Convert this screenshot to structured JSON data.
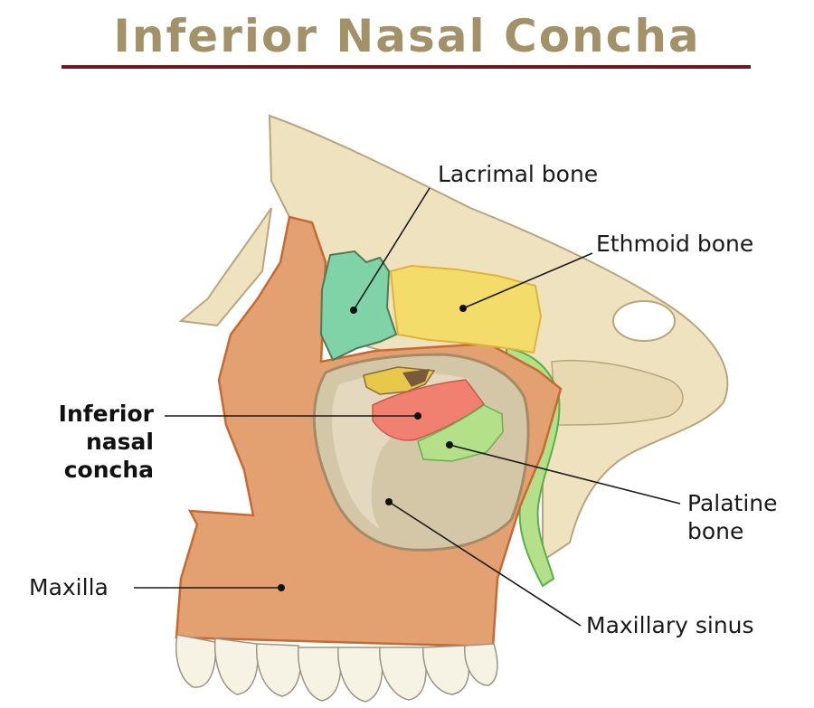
{
  "title": "Inferior Nasal Concha",
  "colors": {
    "title": "#a3916a",
    "title_rule": "#6e1a24",
    "skull_bone": "#efe3bf",
    "maxilla": "#e3a172",
    "lacrimal": "#7fd3a6",
    "ethmoid": "#f4dc6a",
    "inferior_nasal_concha": "#f08070",
    "palatine": "#aee07a",
    "maxillary_sinus": "#d4c7a8"
  },
  "labels": {
    "lacrimal_bone": "Lacrimal bone",
    "ethmoid_bone": "Ethmoid bone",
    "inferior_nasal_concha": [
      "Inferior",
      "nasal",
      "concha"
    ],
    "palatine_bone": [
      "Palatine",
      "bone"
    ],
    "maxilla": "Maxilla",
    "maxillary_sinus": "Maxillary sinus"
  }
}
